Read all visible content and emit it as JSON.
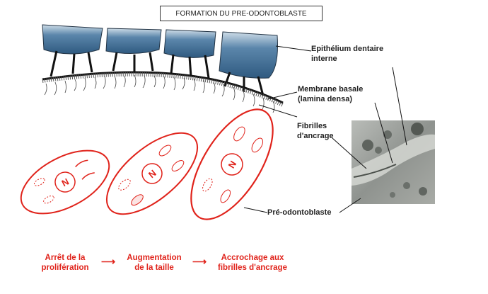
{
  "title": "FORMATION DU PRE-ODONTOBLASTE",
  "labels": {
    "epithelium_line1": "Epithélium dentaire",
    "epithelium_line2": "interne",
    "membrane_line1": "Membrane basale",
    "membrane_line2": "(lamina densa)",
    "fibrilles_line1": "Fibrilles",
    "fibrilles_line2": "d'ancrage",
    "preodontoblaste": "Pré-odontoblaste",
    "nucleus": "N"
  },
  "steps": [
    {
      "line1": "Arrêt de la",
      "line2": "prolifération"
    },
    {
      "line1": "Augmentation",
      "line2": "de la taille"
    },
    {
      "line1": "Accrochage aux",
      "line2": "fibrilles d'ancrage"
    }
  ],
  "colors": {
    "cell_outline": "#e0231b",
    "epithelium_cell": "#3f6e96",
    "text": "#222222",
    "step_text": "#e0231b"
  }
}
